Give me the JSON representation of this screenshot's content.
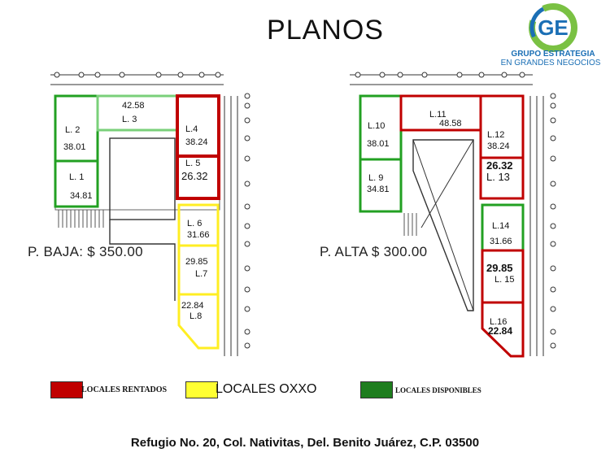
{
  "title": "PLANOS",
  "logo": {
    "mark": "GE",
    "line1": "GRUPO ESTRATEGIA",
    "line2": "EN GRANDES NEGOCIOS"
  },
  "plans": {
    "ground_label": "P. BAJA: $ 350.00",
    "upper_label": "P. ALTA $ 300.00"
  },
  "ground_units": {
    "l2": {
      "name": "L. 2",
      "area": "38.01"
    },
    "l3": {
      "name": "L. 3",
      "area": "42.58"
    },
    "l4": {
      "name": "L.4",
      "area": "38.24"
    },
    "l5": {
      "name": "L. 5",
      "area": "26.32"
    },
    "l1": {
      "name": "L. 1",
      "area": "34.81"
    },
    "l6": {
      "name": "L. 6",
      "area": "31.66"
    },
    "l7": {
      "name": "L.7",
      "area": "29.85"
    },
    "l8": {
      "name": "L.8",
      "area": "22.84"
    }
  },
  "upper_units": {
    "l10": {
      "name": "L.10",
      "area": "38.01"
    },
    "l11": {
      "name": "L.11",
      "area": "48.58"
    },
    "l12": {
      "name": "L.12",
      "area": "38.24"
    },
    "l13": {
      "name": "L. 13",
      "area": "26.32"
    },
    "l9": {
      "name": "L. 9",
      "area": "34.81"
    },
    "l14": {
      "name": "L.14",
      "area": "31.66"
    },
    "l15": {
      "name": "L. 15",
      "area": "29.85"
    },
    "l16": {
      "name": "L.16",
      "area": "22.84"
    }
  },
  "legend": [
    {
      "label": "LOCALES RENTADOS",
      "color": "#c00000"
    },
    {
      "label": "LOCALES OXXO",
      "color": "#ffff33"
    },
    {
      "label": "LOCALES  DISPONIBLES",
      "color": "#1e7d1e"
    }
  ],
  "colors": {
    "rented": "#c00000",
    "oxxo": "#ffee22",
    "available": "#22a022",
    "linework": "#333333"
  },
  "address": "Refugio No. 20, Col. Nativitas, Del. Benito Juárez, C.P. 03500"
}
